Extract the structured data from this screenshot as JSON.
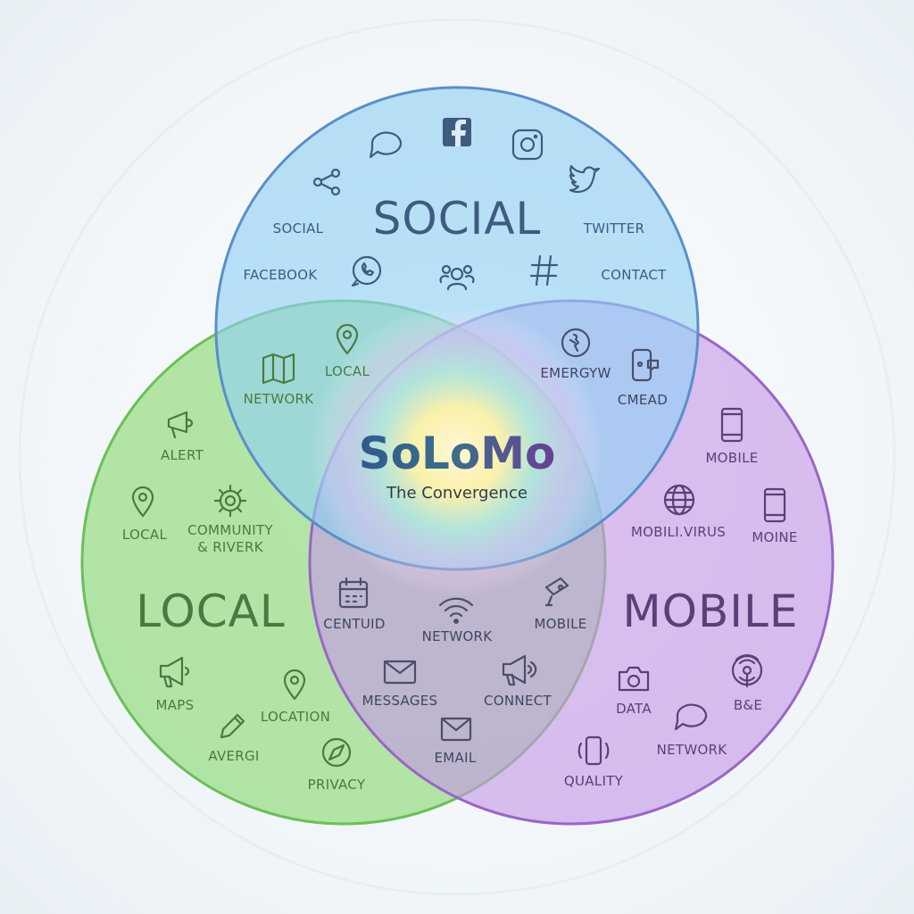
{
  "title": "SoLoMo",
  "subtitle": "The Convergence",
  "colors": {
    "social": "#8fd0f4",
    "local": "#97dc84",
    "mobile": "#c597e6",
    "social_stroke": "#5b8fc8",
    "local_stroke": "#6cbf58",
    "mobile_stroke": "#9a66c6"
  },
  "social": {
    "heading": "SOCIAL",
    "labels": [
      "SOCIAL",
      "TWITTER",
      "FACEBOOK",
      "CONTACT"
    ],
    "icons": [
      "chat-bubble-icon",
      "facebook-icon",
      "instagram-icon",
      "share-icon",
      "twitter-icon",
      "whatsapp-icon",
      "people-icon",
      "hashtag-icon"
    ]
  },
  "local": {
    "heading": "LOCAL",
    "labels": [
      "ALERT",
      "LOCAL",
      "COMMUNITY",
      "& RIVERK",
      "MAPS",
      "LOCATION",
      "AVERGI",
      "PRIVACY"
    ],
    "icons": [
      "alert-icon",
      "map-pin-icon",
      "gear-icon",
      "megaphone-icon",
      "location-pin-icon",
      "pencil-icon",
      "compass-icon"
    ]
  },
  "mobile": {
    "heading": "MOBILE",
    "labels": [
      "MOBILE",
      "MOBILI.VIRUS",
      "MOINE",
      "DATA",
      "B&E",
      "NETWORK",
      "QUALITY"
    ],
    "icons": [
      "smartphone-icon",
      "globe-icon",
      "phone-icon",
      "camera-icon",
      "broadcast-icon",
      "chat-bubble-icon",
      "vibrating-phone-icon"
    ]
  },
  "social_local": {
    "labels": [
      "NETWORK",
      "LOCAL"
    ],
    "icons": [
      "map-icon",
      "map-pin-icon"
    ]
  },
  "social_mobile": {
    "labels": [
      "EMERGYW",
      "CMEAD"
    ],
    "icons": [
      "globe-figure-icon",
      "phone-chat-icon"
    ]
  },
  "local_mobile": {
    "labels": [
      "CENTUID",
      "NETWORK",
      "MOBILE",
      "MESSAGES",
      "CONNECT",
      "EMAIL"
    ],
    "icons": [
      "calendar-icon",
      "wifi-icon",
      "camera-device-icon",
      "envelope-icon",
      "megaphone-icon",
      "mail-icon"
    ]
  }
}
